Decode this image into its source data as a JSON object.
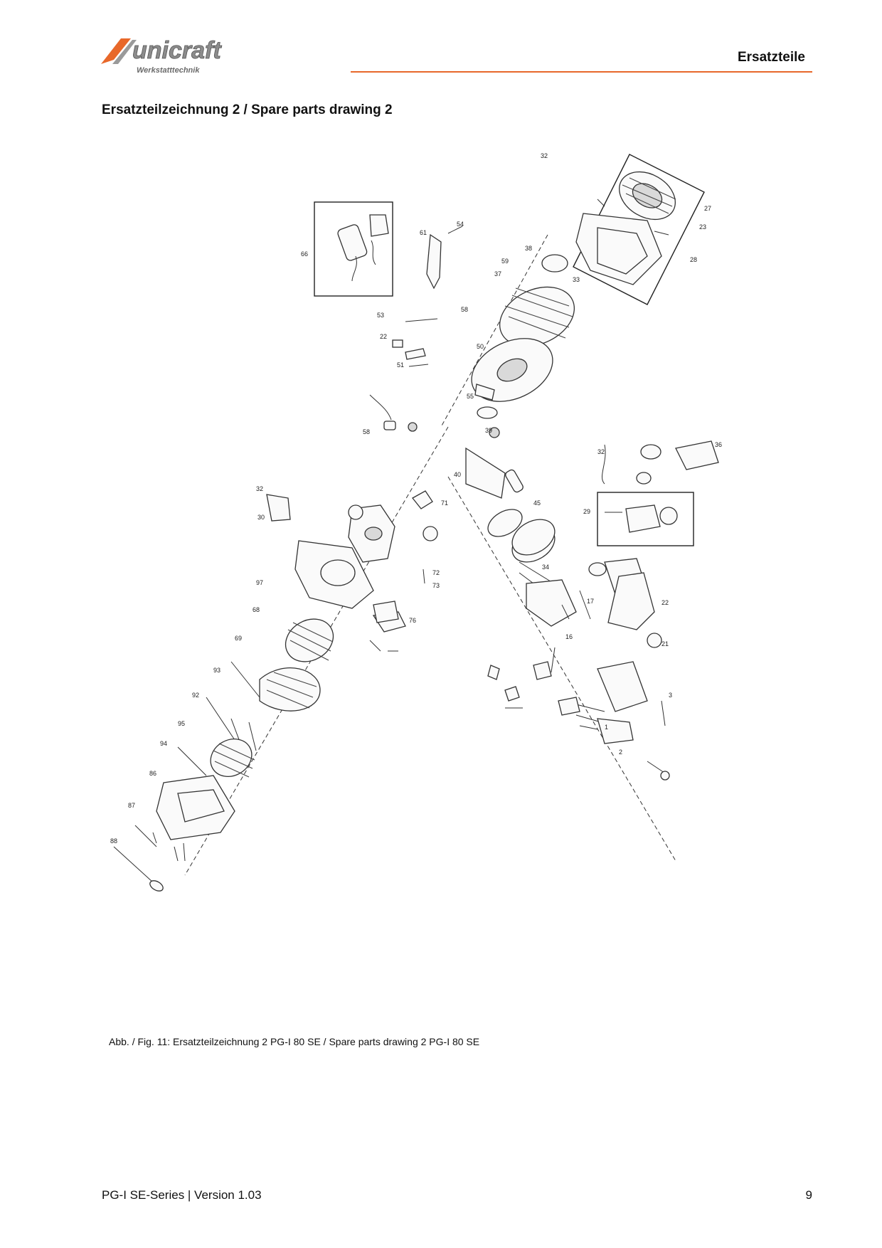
{
  "brand": {
    "logo_text": "unicraft",
    "logo_tagline": "Werkstatttechnik",
    "accent_color": "#e8682a"
  },
  "header": {
    "section_title": "Ersatzteile"
  },
  "page": {
    "heading": "Ersatzteilzeichnung 2 / Spare parts drawing 2",
    "figure_caption": "Abb. / Fig. 11: Ersatzteilzeichnung 2 PG-I 80 SE / Spare parts drawing 2 PG-I 80 SE"
  },
  "footer": {
    "document_title": "PG-I SE-Series | Version 1.03",
    "page_number": "9"
  }
}
